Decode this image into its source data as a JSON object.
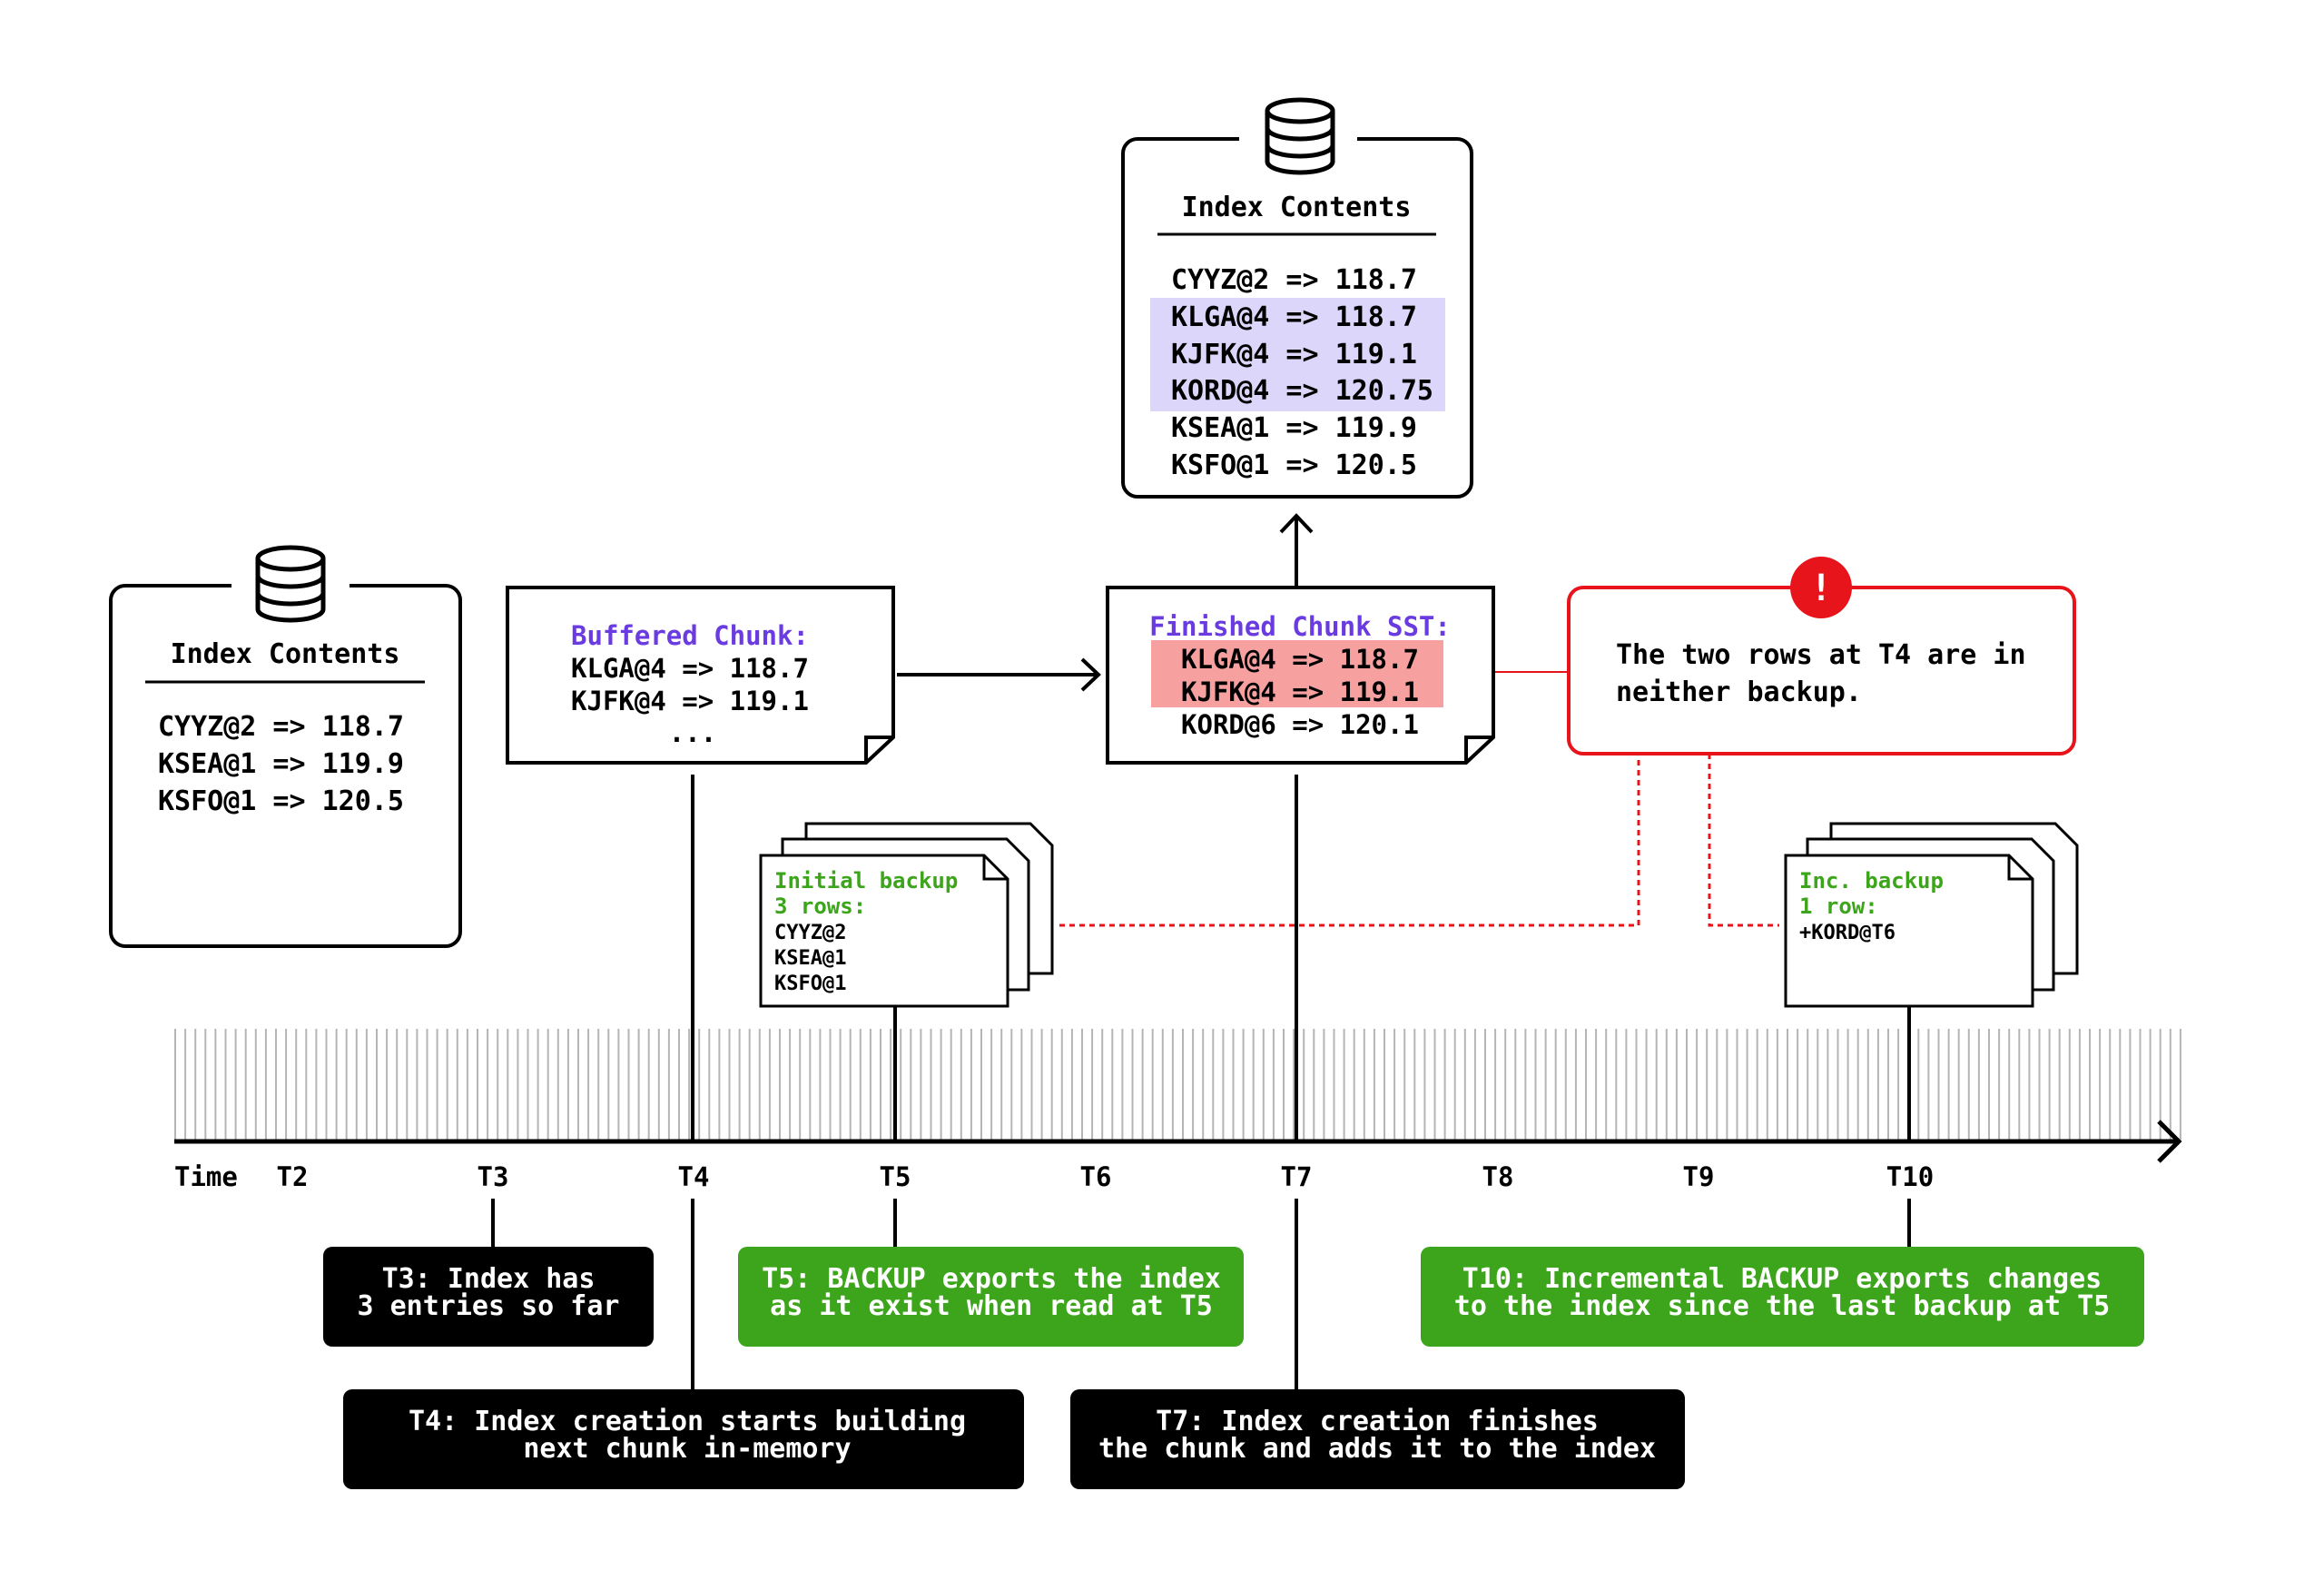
{
  "colors": {
    "black": "#000000",
    "purple": "#6a3be0",
    "green": "#3da51c",
    "red": "#e8141c",
    "highlight_purple": "#dcd6fa",
    "highlight_red": "#f6a0a0"
  },
  "icons": {
    "db_left": "database-icon",
    "db_top": "database-icon",
    "alert": "exclamation-icon"
  },
  "left_index": {
    "title": "Index Contents",
    "rows": [
      "CYYZ@2 => 118.7",
      "KSEA@1 => 119.9",
      "KSFO@1 => 120.5"
    ]
  },
  "top_index": {
    "title": "Index Contents",
    "rows": [
      {
        "text": "CYYZ@2 => 118.7",
        "highlight": false
      },
      {
        "text": "KLGA@4 => 118.7",
        "highlight": true
      },
      {
        "text": "KJFK@4 => 119.1",
        "highlight": true
      },
      {
        "text": "KORD@4 => 120.75",
        "highlight": true
      },
      {
        "text": "KSEA@1 => 119.9",
        "highlight": false
      },
      {
        "text": "KSFO@1 => 120.5",
        "highlight": false
      }
    ]
  },
  "buffered_chunk": {
    "title": "Buffered Chunk:",
    "rows": [
      "KLGA@4 => 118.7",
      "KJFK@4 => 119.1",
      "..."
    ]
  },
  "finished_chunk": {
    "title": "Finished Chunk SST:",
    "rows": [
      {
        "text": "KLGA@4 => 118.7",
        "highlight": true
      },
      {
        "text": "KJFK@4 => 119.1",
        "highlight": true
      },
      {
        "text": "KORD@6 => 120.1",
        "highlight": false
      }
    ]
  },
  "warning": {
    "alert_symbol": "!",
    "text_line1": "The two rows at T4 are in",
    "text_line2": "neither backup."
  },
  "initial_backup": {
    "title_line1": "Initial backup",
    "title_line2": "3 rows:",
    "rows": [
      "CYYZ@2",
      "KSEA@1",
      "KSFO@1"
    ]
  },
  "inc_backup": {
    "title_line1": "Inc. backup",
    "title_line2": "1 row:",
    "rows": [
      "+KORD@T6"
    ]
  },
  "timeline": {
    "axis_label": "Time",
    "ticks": [
      "T2",
      "T3",
      "T4",
      "T5",
      "T6",
      "T7",
      "T8",
      "T9",
      "T10"
    ]
  },
  "callouts": {
    "t3": {
      "line1": "T3: Index has",
      "line2": "3 entries so far"
    },
    "t4": {
      "line1": "T4: Index creation starts building",
      "line2": "next chunk in-memory"
    },
    "t5": {
      "line1": "T5: BACKUP exports the index",
      "line2": "as it exist when read at T5"
    },
    "t7": {
      "line1": "T7: Index creation finishes",
      "line2": "the chunk and adds it to the index"
    },
    "t10": {
      "line1": "T10: Incremental BACKUP exports changes",
      "line2": "to the index since the last backup at T5"
    }
  }
}
